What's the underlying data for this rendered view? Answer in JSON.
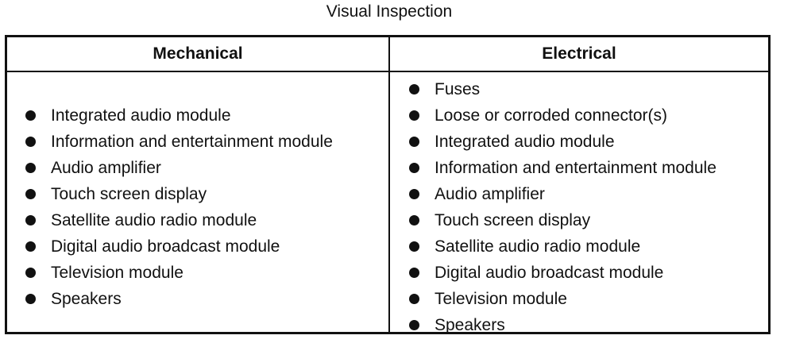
{
  "title": "Visual Inspection",
  "table": {
    "mechanical": {
      "header": "Mechanical",
      "items": [
        "Integrated audio module",
        "Information and entertainment module",
        "Audio amplifier",
        "Touch screen display",
        "Satellite audio radio module",
        "Digital audio broadcast module",
        "Television module",
        "Speakers"
      ]
    },
    "electrical": {
      "header": "Electrical",
      "items": [
        "Fuses",
        "Loose or corroded connector(s)",
        "Integrated audio module",
        "Information and entertainment module",
        "Audio amplifier",
        "Touch screen display",
        "Satellite audio radio module",
        "Digital audio broadcast module",
        "Television module",
        "Speakers"
      ]
    }
  }
}
